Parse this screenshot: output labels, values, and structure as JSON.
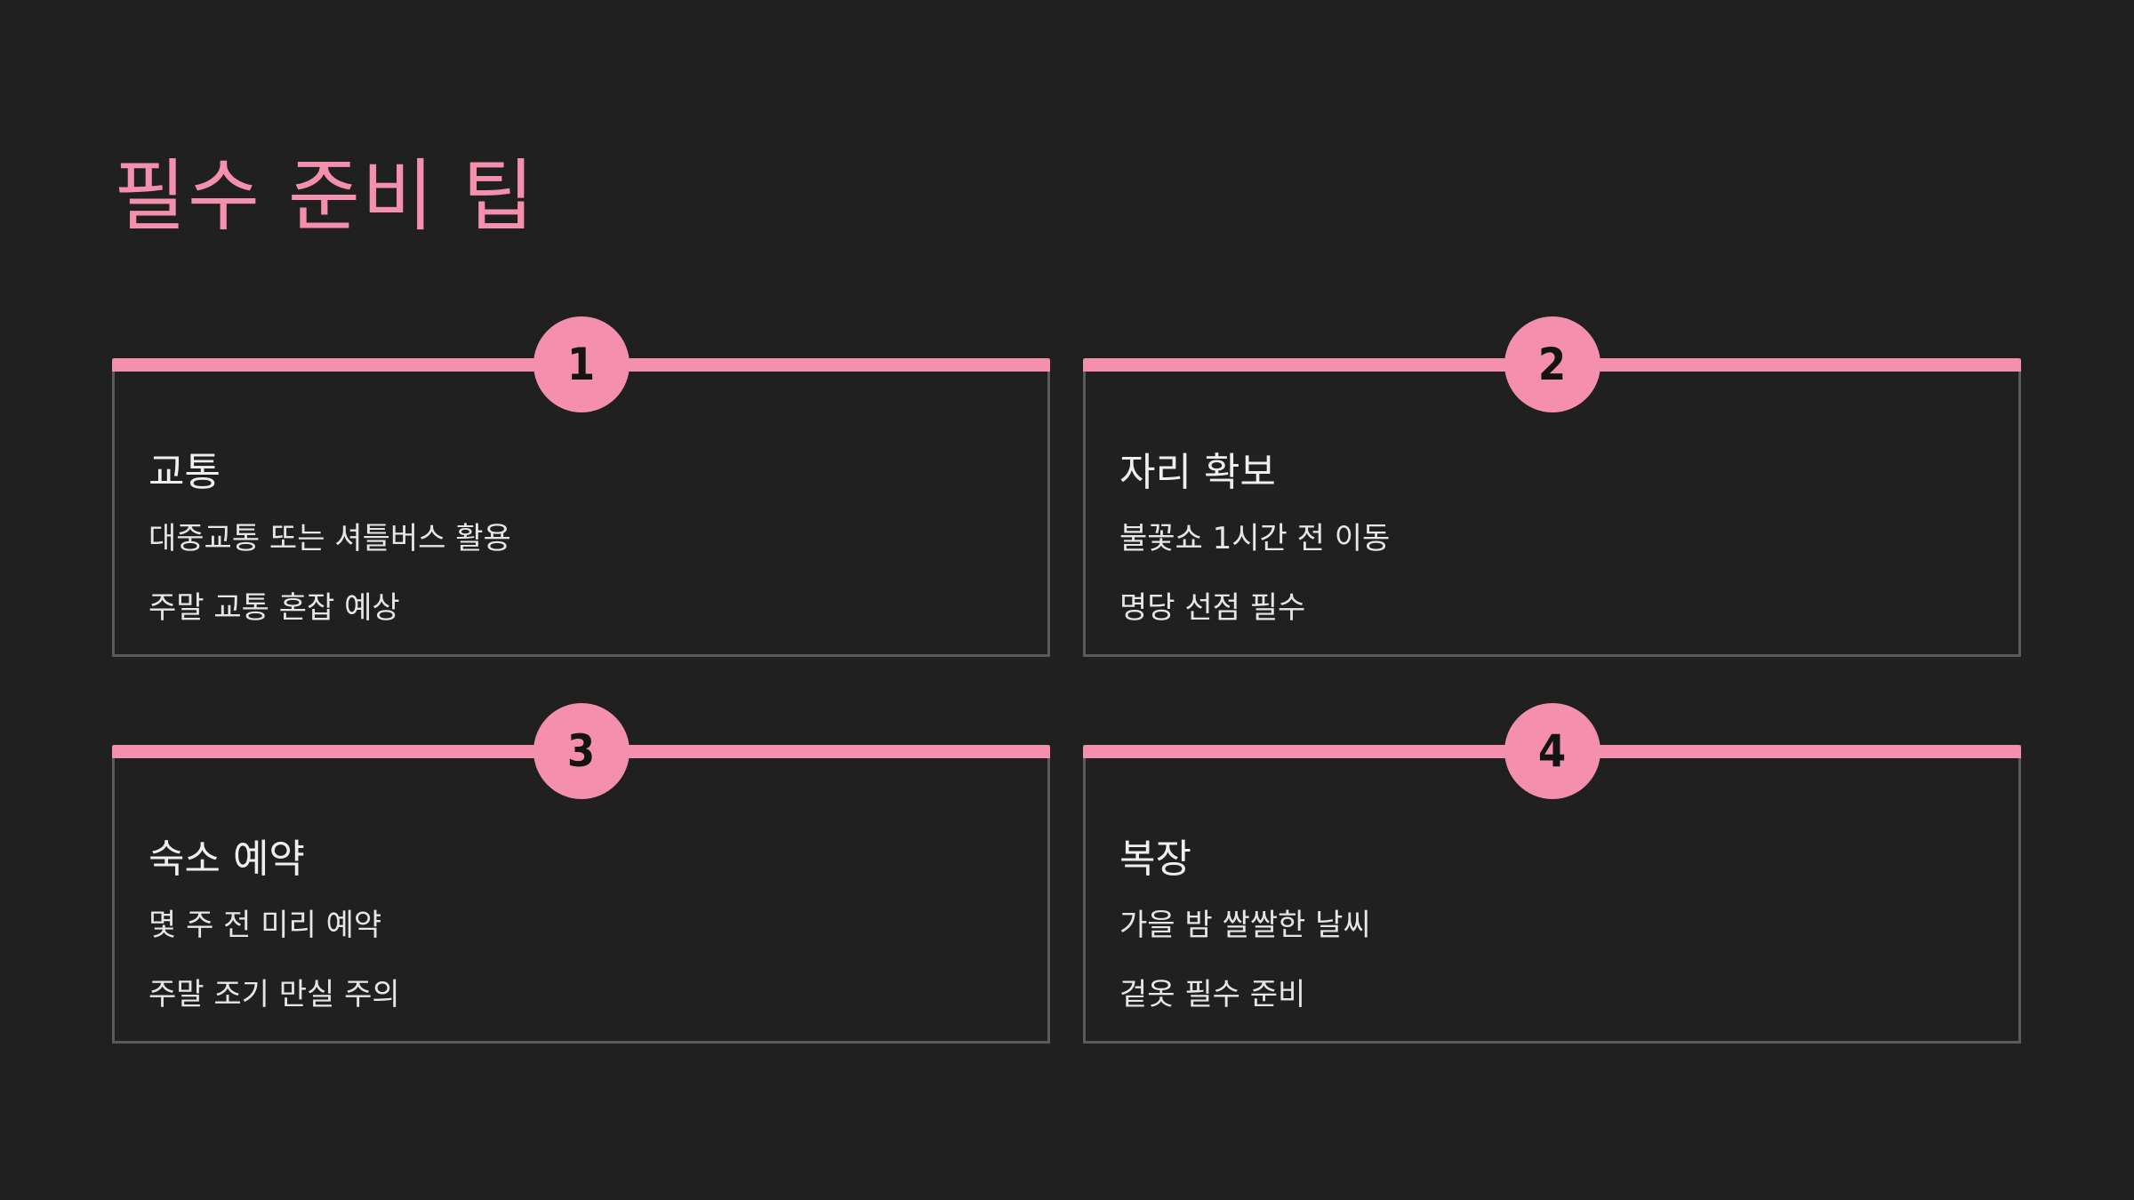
{
  "title": "필수 준비 팁",
  "accent_color": "#f48fae",
  "background_color": "#202020",
  "cards": [
    {
      "number": "1",
      "title": "교통",
      "lines": [
        "대중교통 또는 셔틀버스 활용",
        "주말 교통 혼잡 예상"
      ]
    },
    {
      "number": "2",
      "title": "자리 확보",
      "lines": [
        "불꽃쇼 1시간 전 이동",
        "명당 선점 필수"
      ]
    },
    {
      "number": "3",
      "title": "숙소 예약",
      "lines": [
        "몇 주 전 미리 예약",
        "주말 조기 만실 주의"
      ]
    },
    {
      "number": "4",
      "title": "복장",
      "lines": [
        "가을 밤 쌀쌀한 날씨",
        "겉옷 필수 준비"
      ]
    }
  ]
}
